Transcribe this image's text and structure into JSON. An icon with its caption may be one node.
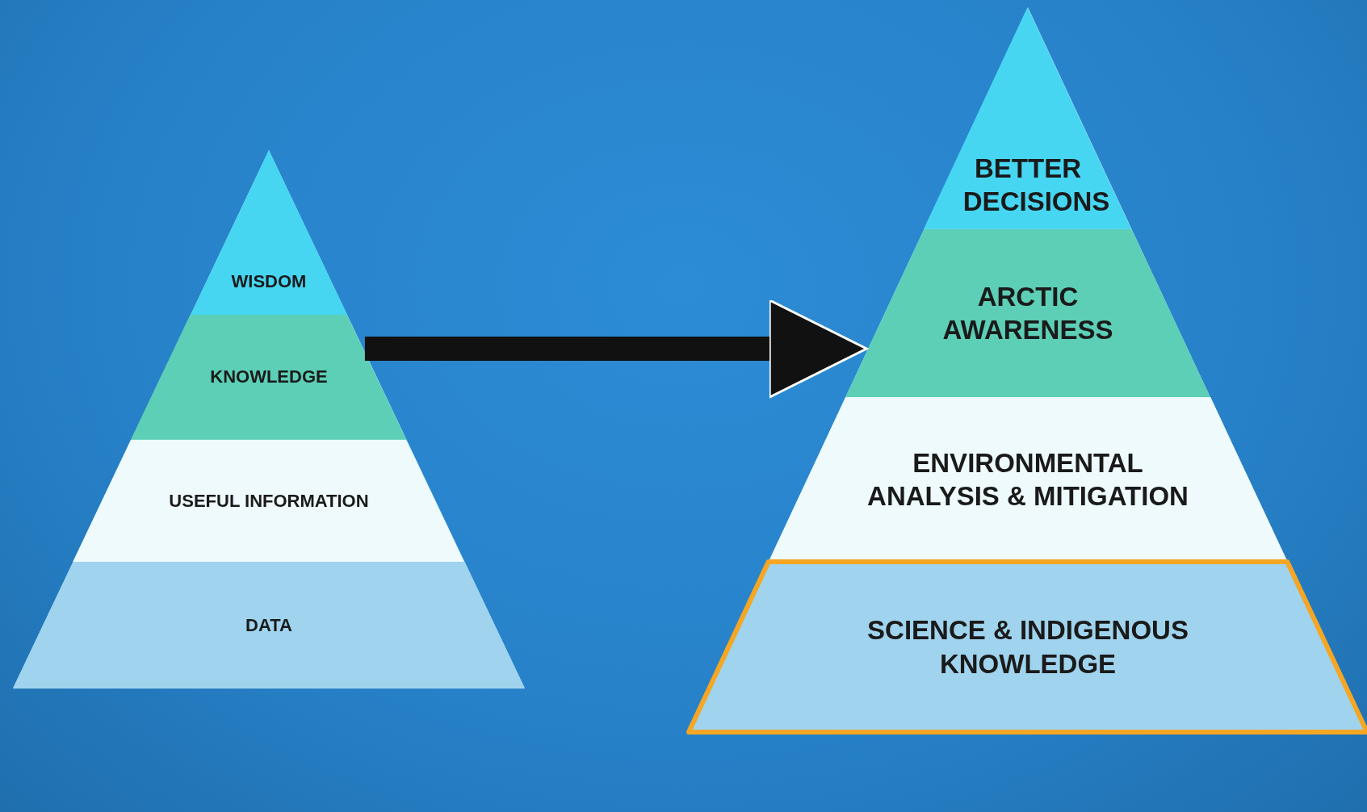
{
  "diagram": {
    "nodes": [
      {
        "text": [],
        "shape": "triangle"
      },
      {
        "text": [
          "WISDOM"
        ],
        "in": 0
      },
      {
        "text": [
          "KNOWLEDGE"
        ],
        "in": 0
      },
      {
        "text": [
          "USEFUL INFORMATION"
        ],
        "in": 0
      },
      {
        "text": [
          "DATA"
        ],
        "in": 0
      },
      {
        "text": [],
        "shape": "triangle"
      },
      {
        "text": [
          "BETTER DECISIONS"
        ],
        "in": 5
      },
      {
        "text": [
          "ARCTIC AWARENESS"
        ],
        "in": 5
      },
      {
        "text": [
          "ENVIRONMENTAL ANALYSIS & MITIGATION"
        ],
        "in": 5
      },
      {
        "text": [
          "SCIENCE & INDIGENOUS KNOWLEDGE"
        ],
        "in": 5
      }
    ],
    "edges": [
      {
        "from": 0,
        "to": 5,
        "arrow": "to"
      }
    ]
  }
}
